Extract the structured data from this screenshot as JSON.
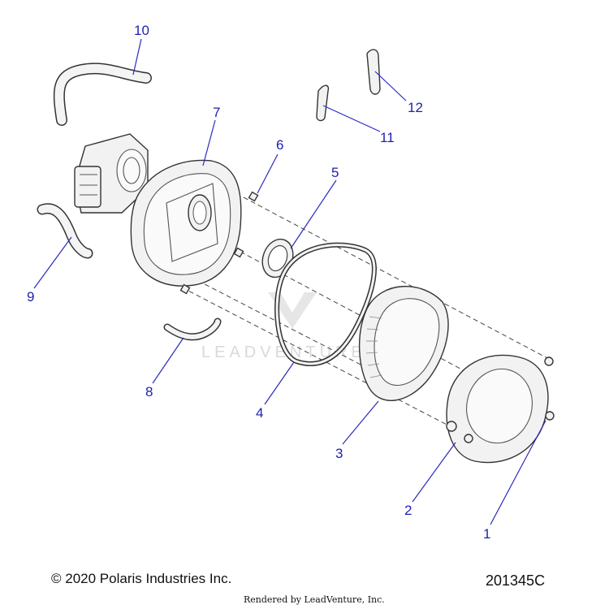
{
  "callouts": [
    "1",
    "2",
    "3",
    "4",
    "5",
    "6",
    "7",
    "8",
    "9",
    "10",
    "11",
    "12"
  ],
  "watermark_text": "LEADVENTURE",
  "footer": {
    "copyright": "© 2020 Polaris Industries Inc.",
    "diagram_code": "201345C",
    "rendered_by": "Rendered by LeadVenture, Inc."
  },
  "colors": {
    "callout": "#1f1fb0",
    "line": "#333333"
  }
}
